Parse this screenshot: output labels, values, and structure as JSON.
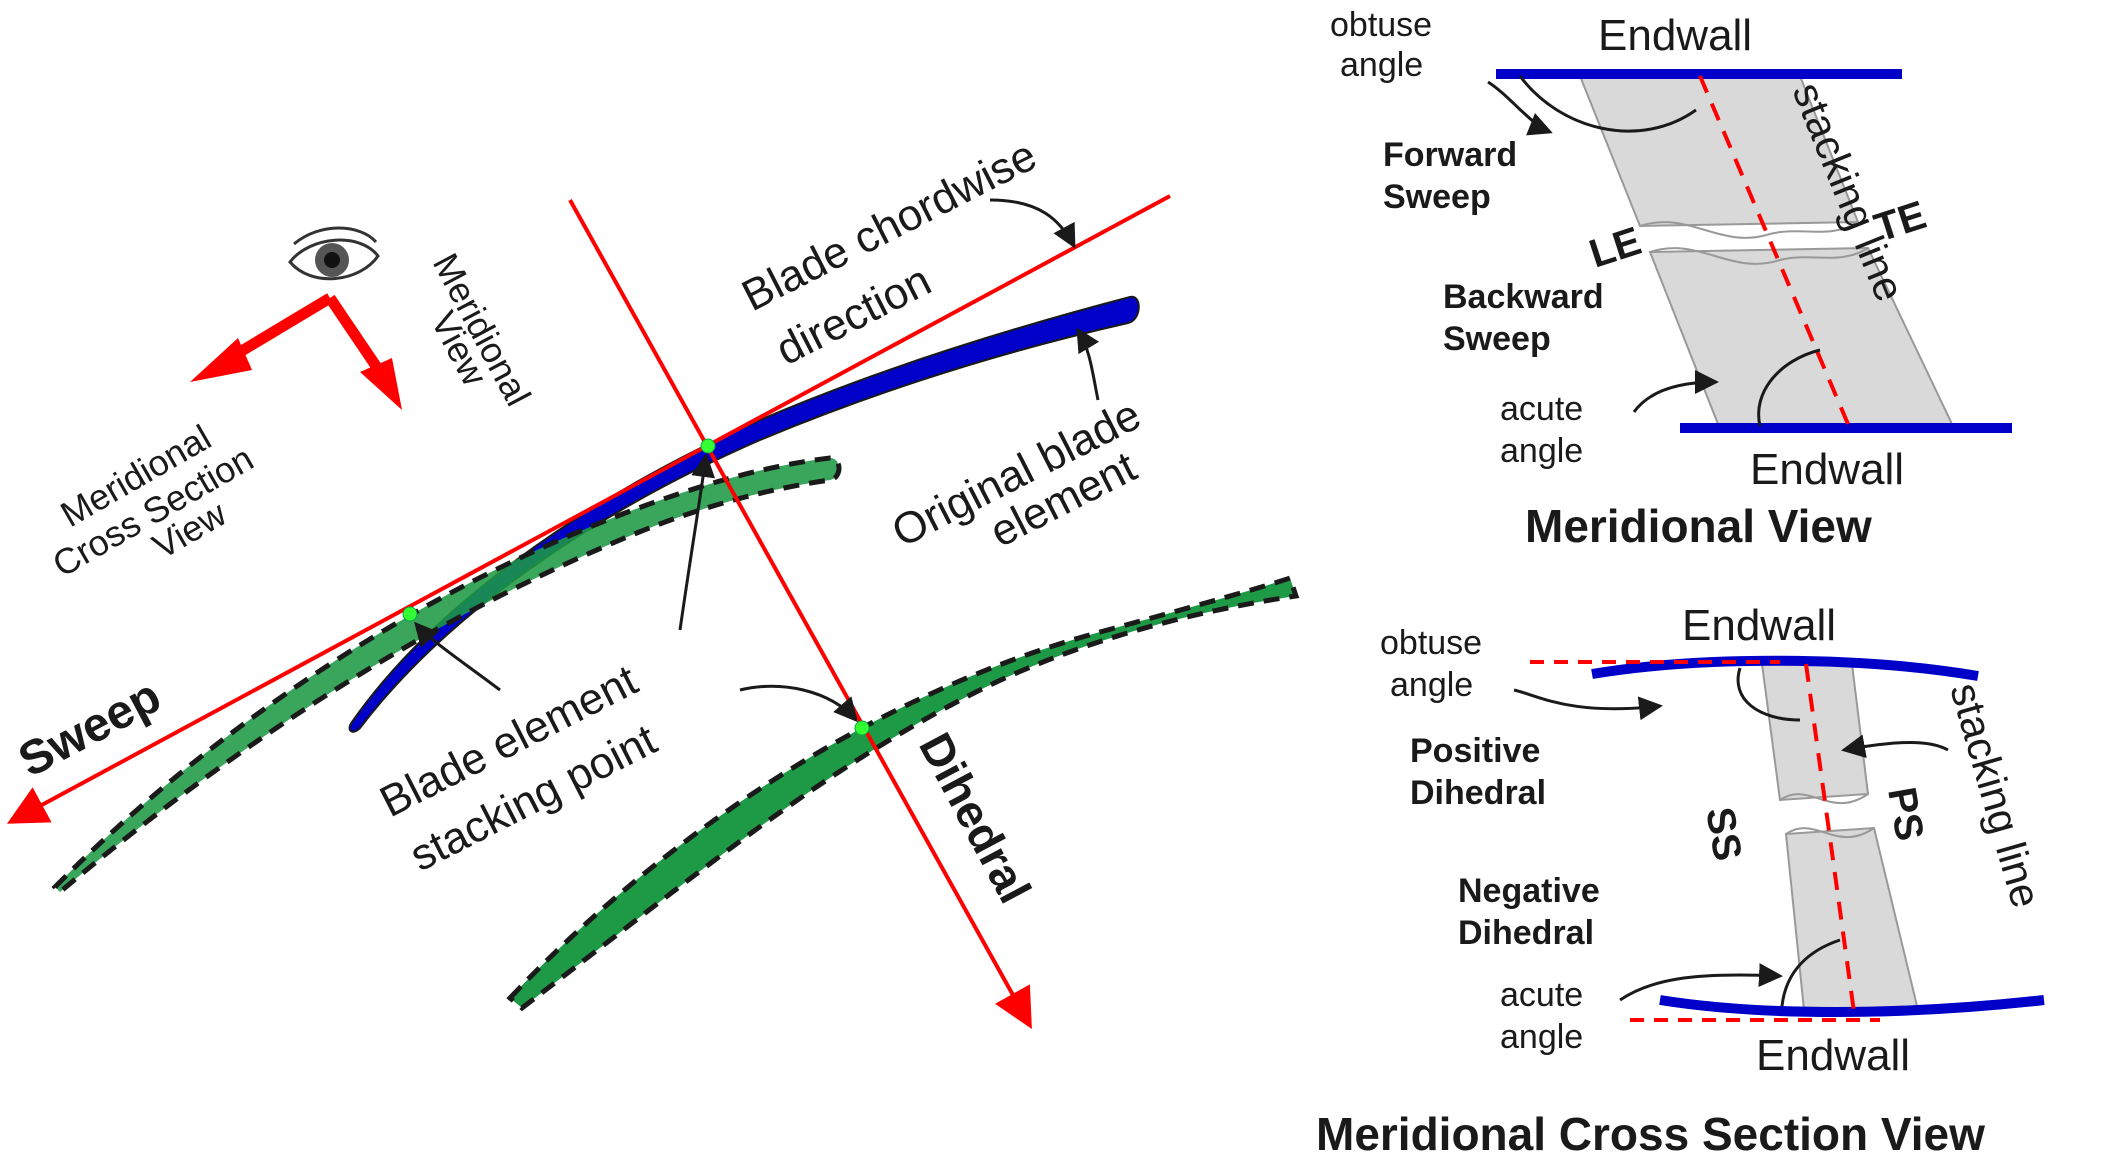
{
  "left_panel": {
    "sweep": "Sweep",
    "dihedral": "Dihedral",
    "chordwise_1": "Blade chordwise",
    "chordwise_2": "direction",
    "original_1": "Original blade",
    "original_2": "element",
    "stacking_1": "Blade element",
    "stacking_2": "stacking point",
    "meridional_view_1": "Meridional",
    "meridional_view_2": "View",
    "cross_section_1": "Meridional",
    "cross_section_2": "Cross Section",
    "cross_section_3": "View"
  },
  "meridional_view": {
    "title": "Meridional View",
    "endwall_top": "Endwall",
    "endwall_bottom": "Endwall",
    "obtuse_1": "obtuse",
    "obtuse_2": "angle",
    "acute_1": "acute",
    "acute_2": "angle",
    "forward_1": "Forward",
    "forward_2": "Sweep",
    "backward_1": "Backward",
    "backward_2": "Sweep",
    "le": "LE",
    "te": "TE",
    "stacking_line": "stacking line"
  },
  "cross_section_view": {
    "title": "Meridional Cross Section View",
    "endwall_top": "Endwall",
    "endwall_bottom": "Endwall",
    "obtuse_1": "obtuse",
    "obtuse_2": "angle",
    "acute_1": "acute",
    "acute_2": "angle",
    "positive_1": "Positive",
    "positive_2": "Dihedral",
    "negative_1": "Negative",
    "negative_2": "Dihedral",
    "ss": "SS",
    "ps": "PS",
    "stacking_line": "stacking line"
  },
  "colors": {
    "red": "#ff0000",
    "blue": "#0000c8",
    "green": "#1e9a46",
    "gray": "#d9d9d9"
  }
}
